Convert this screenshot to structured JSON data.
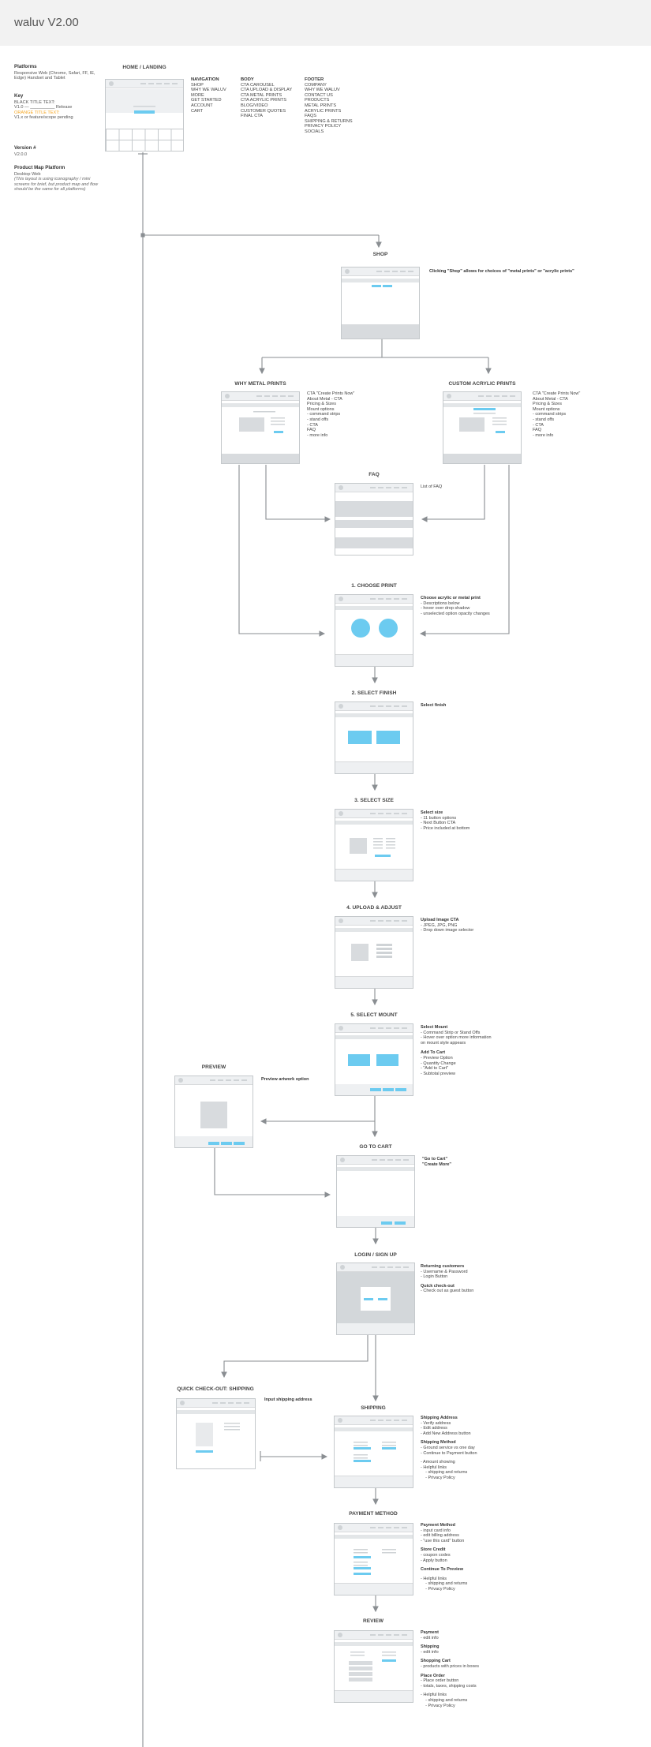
{
  "app": {
    "title": "waluv V2.00"
  },
  "legend": {
    "platforms_title": "Platforms",
    "platforms_text": "Responsive Web (Chrome, Safari, FF, IE, Edge) Handset and Tablet",
    "key_title": "Key",
    "key_black": "BLACK TITLE TEXT:",
    "key_black_sub": "V1.0 — __________ Release",
    "key_orange": "ORANGE TITLE TEXT:",
    "key_orange_sub": "V1.x or feature/scope pending",
    "version_title": "Version #",
    "version_value": "V2.0.0",
    "map_title": "Product Map Platform",
    "map_value": "Desktop Web",
    "map_note": "(This layout is using iconography / mini screens for brief, but product map and flow should be the same for all platforms)"
  },
  "home": {
    "title": "HOME / LANDING",
    "nav_title": "NAVIGATION",
    "nav_items": [
      "SHOP",
      "WHY WE WALUV",
      "MORE",
      "GET STARTED",
      "ACCOUNT",
      "CART"
    ],
    "body_title": "BODY",
    "body_items": [
      "CTA CAROUSEL",
      "CTA UPLOAD & DISPLAY",
      "CTA METAL PRINTS",
      "CTA ACRYLIC PRINTS",
      "BLOG/VIDEO",
      "CUSTOMER QUOTES",
      "FINAL CTA"
    ],
    "footer_title": "FOOTER",
    "footer_items": [
      "COMPANY",
      "WHY WE WALUV",
      "CONTACT US",
      "PRODUCTS",
      "METAL PRINTS",
      "ACRYLIC PRINTS",
      "FAQS",
      "SHIPPING & RETURNS",
      "PRIVACY POLICY",
      "SOCIALS"
    ]
  },
  "shop": {
    "title": "SHOP",
    "note": "Clicking \"Shop\" allows for choices of \"metal prints\" or \"acrylic prints\""
  },
  "why_metal": {
    "title": "WHY METAL PRINTS",
    "note": [
      "CTA \"Create Prints Now\"",
      "About Metal - CTA",
      "Pricing & Sizes",
      "Mount options",
      "- command strips",
      "- stand offs",
      "- CTA",
      "FAQ",
      "- more info"
    ]
  },
  "custom_acrylic": {
    "title": "CUSTOM ACRYLIC PRINTS",
    "note": [
      "CTA \"Create Prints Now\"",
      "About Metal - CTA",
      "Pricing & Sizes",
      "Mount options",
      "- command strips",
      "- stand offs",
      "- CTA",
      "FAQ",
      "- more info"
    ]
  },
  "faq": {
    "title": "FAQ",
    "note": "List of FAQ"
  },
  "choose_print": {
    "title": "1. CHOOSE PRINT",
    "note_title": "Choose acrylic or metal print",
    "note": [
      "- Descriptions below",
      "- hover over drop shadow",
      "- unselected option opacity changes"
    ]
  },
  "select_finish": {
    "title": "2. SELECT FINISH",
    "note_title": "Select finish"
  },
  "select_size": {
    "title": "3. SELECT SIZE",
    "note_title": "Select size",
    "note": [
      "- 11 button options",
      "- Next Button CTA",
      "- Price included at bottom"
    ]
  },
  "upload": {
    "title": "4. UPLOAD & ADJUST",
    "note_title": "Upload Image CTA",
    "note": [
      "- JPEG, JPG, PNG",
      "- Drop down image selector"
    ]
  },
  "select_mount": {
    "title": "5. SELECT MOUNT",
    "note_title": "Select Mount",
    "note": [
      "- Command Strip or Stand Offs",
      "- Hover over option more information",
      "on mount style appears"
    ],
    "note2_title": "Add To Cart",
    "note2": [
      "- Preview Option",
      "- Quantity Change",
      "- \"Add to Cart\"",
      "- Subtotal preview"
    ]
  },
  "preview": {
    "title": "PREVIEW",
    "note": "Preview artwork option"
  },
  "go_to_cart": {
    "title": "GO TO CART",
    "note": [
      "\"Go to Cart\"",
      "\"Create More\""
    ]
  },
  "login": {
    "title": "LOGIN / SIGN UP",
    "note_title": "Returning customers",
    "note": [
      "- Username & Password",
      "- Login Button"
    ],
    "note2_title": "Quick check-out",
    "note2": [
      "- Check out as guest button"
    ]
  },
  "quick_checkout": {
    "title": "QUICK CHECK-OUT: SHIPPING",
    "note": "Input shipping address"
  },
  "shipping": {
    "title": "SHIPPING",
    "groups": [
      {
        "title": "Shipping Address",
        "lines": [
          "- Verify address",
          "- Edit address",
          "- Add New Address button"
        ]
      },
      {
        "title": "Shipping Method",
        "lines": [
          "- Ground service vs one day",
          "- Continue to Payment button"
        ]
      },
      {
        "title": "",
        "lines": [
          "- Amount showing",
          "- Helpful links",
          "    - shipping and returns",
          "    - Privacy Policy"
        ]
      }
    ]
  },
  "payment": {
    "title": "PAYMENT METHOD",
    "groups": [
      {
        "title": "Payment Method",
        "lines": [
          "- input card info",
          "- edit billing address",
          "- \"use this card\" button"
        ]
      },
      {
        "title": "Store Credit",
        "lines": [
          "- coupon codes",
          "- Apply button"
        ]
      },
      {
        "title": "Continue To Preview",
        "lines": []
      },
      {
        "title": "",
        "lines": [
          "- Helpful links",
          "    - shipping and returns",
          "    - Privacy Policy"
        ]
      }
    ]
  },
  "review": {
    "title": "REVIEW",
    "groups": [
      {
        "title": "Payment",
        "lines": [
          "- edit info"
        ]
      },
      {
        "title": "Shipping",
        "lines": [
          "- edit info"
        ]
      },
      {
        "title": "Shopping Cart",
        "lines": [
          "- products with prices in boxes"
        ]
      },
      {
        "title": "Place Order",
        "lines": [
          "- Place order button",
          "- totals, taxes, shipping costs"
        ]
      },
      {
        "title": "",
        "lines": [
          "- Helpful links",
          "    - shipping and returns",
          "    - Privacy Policy"
        ]
      }
    ]
  }
}
